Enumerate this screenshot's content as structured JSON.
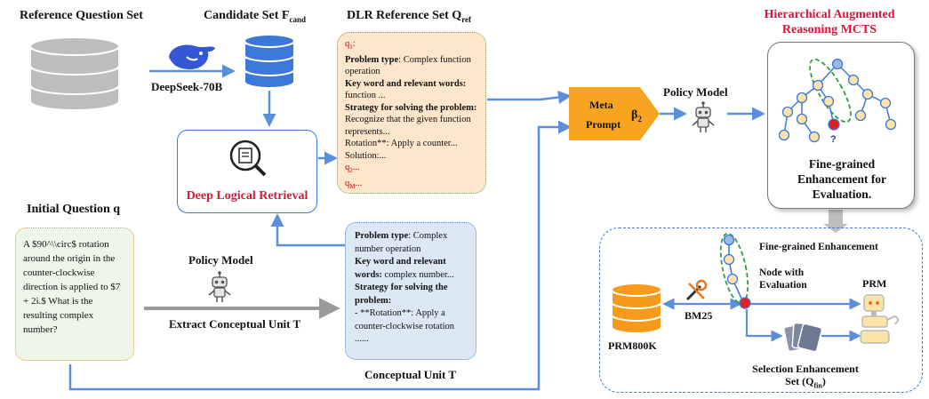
{
  "header": {
    "reference_question_set": "Reference Question Set",
    "candidate_set": "Candidate Set F",
    "candidate_set_sub": "cand",
    "dlr_reference_set": "DLR Reference Set Q",
    "dlr_reference_set_sub": "ref",
    "mcts_title_line1": "Hierarchical Augmented",
    "mcts_title_line2": "Reasoning MCTS"
  },
  "deepseek_label": "DeepSeek-70B",
  "dlr_reference": {
    "q1": "q",
    "q1_sub": "1",
    "q1_suffix": ":",
    "problem_type_key": "Problem type",
    "problem_type_val": ": Complex function operation",
    "keywords_key": "Key word and relevant words:",
    "keywords_val": "function ...",
    "strategy_key": "Strategy for solving the problem:",
    "strategy_val1": "Recognize that the given function represents...",
    "strategy_val2": "Rotation**: Apply a counter...",
    "solution": "Solution:...",
    "q2": "q",
    "q2_sub": "2",
    "q2_suffix": "...",
    "qm": "q",
    "qm_sub": "M",
    "qm_suffix": "..."
  },
  "deep_logical_retrieval": "Deep Logical Retrieval",
  "initial_question": {
    "title": "Initial Question q",
    "text": "A $90^\\\\circ$ rotation around the origin in the counter-clockwise direction is applied to $7 + 2i.$  What is the resulting complex number?"
  },
  "policy_model_left": "Policy Model",
  "extract_label": "Extract Conceptual Unit T",
  "conceptual_unit": {
    "problem_type_key": "Problem type",
    "problem_type_val": ": Complex number operation",
    "keywords_key": "Key word and relevant words:",
    "keywords_val": " complex number...",
    "strategy_key": "Strategy for solving the problem:",
    "strategy_val": "- **Rotation**: Apply a counter-clockwise rotation ......",
    "caption": "Conceptual Unit T"
  },
  "meta_prompt": {
    "line1": "Meta",
    "line2": "Prompt",
    "beta": "β",
    "beta_sub": "2"
  },
  "policy_model_right": "Policy Model",
  "mcts": {
    "caption_line1": "Fine-grained",
    "caption_line2": "Enhancement for",
    "caption_line3": "Evaluation."
  },
  "fine_grained": {
    "title": "Fine-grained Enhancement",
    "node_label_line1": "Node with",
    "node_label_line2": "Evaluation",
    "prm": "PRM",
    "prm800k": "PRM800K",
    "bm25": "BM25",
    "selection_line1": "Selection Enhancement",
    "selection_line2": "Set (Q",
    "selection_sub": "fin",
    "selection_suffix": ")"
  },
  "colors": {
    "arrow_blue": "#5b8fdb",
    "retrieval_red": "#cc1f3a",
    "mcts_title_red": "#d6163a",
    "meta_prompt_orange": "#f7a520",
    "node_fill": "#fde3a7",
    "node_stroke": "#3c78d8",
    "db_gray": "#bdbdbd",
    "db_blue": "#3c78d8",
    "db_orange": "#f59a1b"
  },
  "icons": [
    "database-icon",
    "deepseek-whale-icon",
    "magnifier-document-icon",
    "robot-icon",
    "tree-icon",
    "card-stack-icon",
    "tools-icon"
  ]
}
